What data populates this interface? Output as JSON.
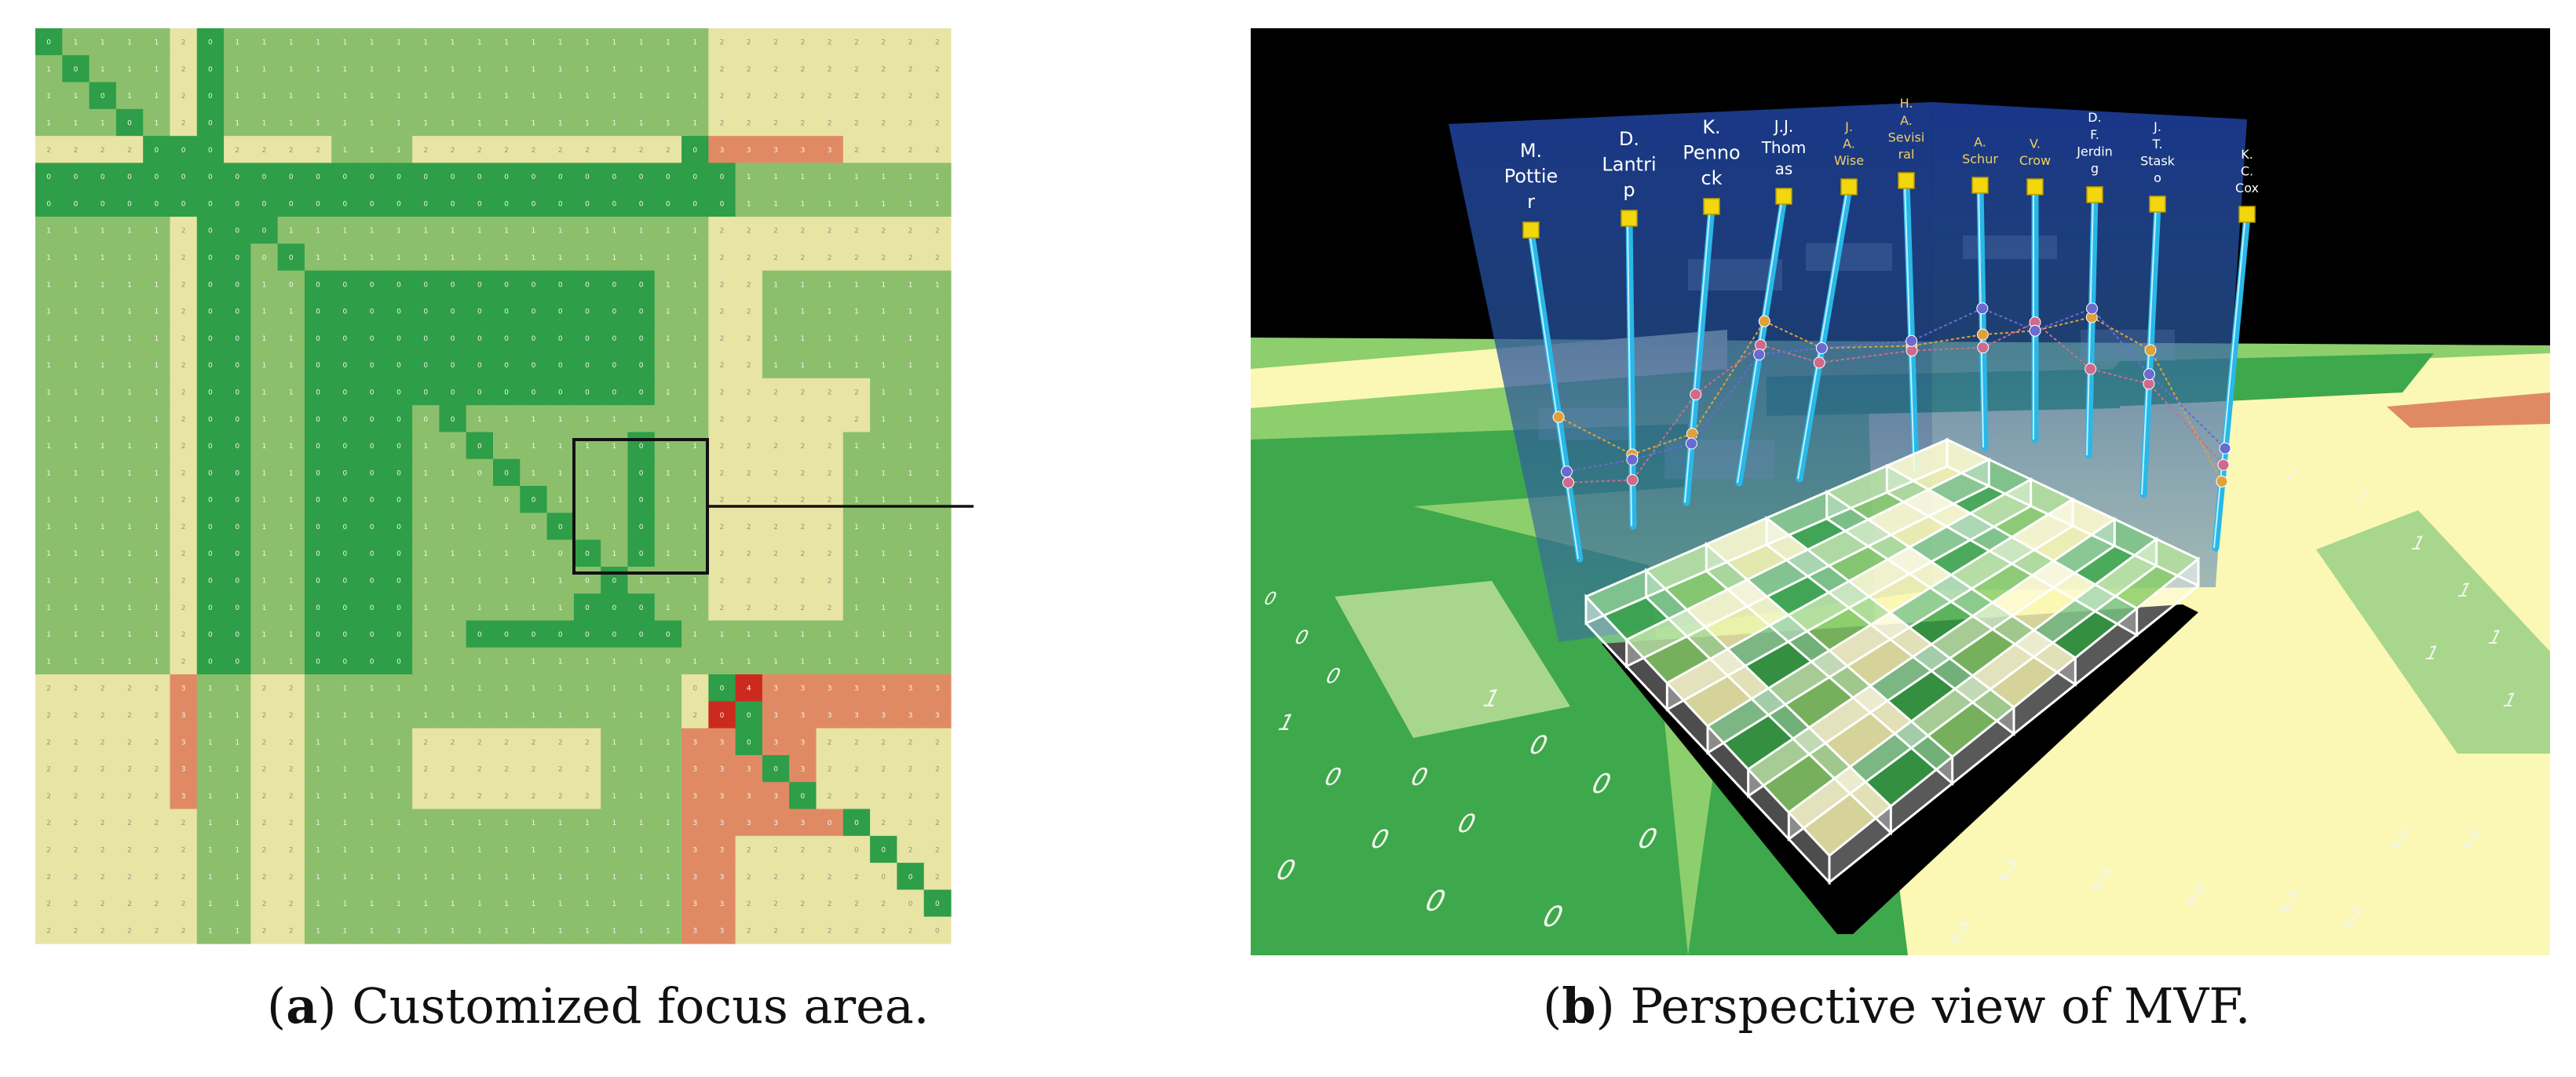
{
  "colors": {
    "dark_green": "#2e9e48",
    "mid_green": "#8cbf6c",
    "light_yellow": "#e8e4a4",
    "salmon": "#e08a64",
    "red": "#cc2a1e",
    "panel_blue": "#1e3e8c",
    "axis_cyan": "#29b8e8",
    "handle_yellow": "#f2d60e",
    "floor_yellow": "#faf8b4",
    "floor_green": "#8ccf6c",
    "floor_dark": "#3ea84c"
  },
  "matrix_a": {
    "size": 34,
    "diagonal_value": "0",
    "row_legend": "d=dark green(0), m=mid green(1), y=yellow(2), s=salmon(3), r=red(4)",
    "rows": [
      "dmmmmydmmmmmmmmmmmmmmmmmmyyyyyyyyy",
      "mdmmmydmmmmmmmmmmmmmmmmmmyyyyyyyyy",
      "mmdmmydmmmmmmmmmmmmmmmmmmyyyyyyyyy",
      "mmmdmydmmmmmmmmmmmmmmmmmmyyyyyyyyy",
      "yyyydddyyyymmmyyyyyyyyyydsssssyyyy",
      "ddddddddddddddddddddddddddmmmmmmmm",
      "ddddddddddddddddddddddddddmmmmmmmm",
      "mmmmmydddmmmmmmmmmmmmmmmmyyyyyyyyy",
      "mmmmmyddmdmmmmmmmmmmmmmmmyyyyyyyyy",
      "mmmmmyddmmdddddddddddddmmyymmmmmmm",
      "mmmmmyddmmdddddddddddddmmyymmmmmmm",
      "mmmmmyddmmdddddddddddddmmyymmmmmmm",
      "mmmmmyddmmdddddddddddddmmyymmmmmmm",
      "mmmmmyddmmdddddddddddddmmyyyyyymmm",
      "mmmmmyddmmddddmdmmmmmmmmmyyyyyymmm",
      "mmmmmyddmmddddmmdmmmmmdmmyyyyymmmm",
      "mmmmmyddmmddddmmmdmmmmdmmyyyyymmmm",
      "mmmmmyddmmddddmmmmdmmmdmmyyyyymmmm",
      "mmmmmyddmmddddmmmmmdmmdmmyyyyymmmm",
      "mmmmmyddmmddddmmmmmmdmdmmyyyyymmmm",
      "mmmmmyddmmddddmmmmmmmdmmmyyyyymmmm",
      "mmmmmyddmmddddmmmmmmdddmmyyyyymmmm",
      "mmmmmyddmmddddmmddddddddmmmmmmmmmm",
      "mmmmmyddmmddddmmmmmmmmmmmmmmmmmmmm",
      "yyyyysmmyymmmmmmmmmmmmmmydrsssssss",
      "yyyyysmmyymmmmmmmmmmmmmmyrdsssssss",
      "yyyyysmmyymmmmyyyyyyymmmssdssyyyyy",
      "yyyyysmmyymmmmyyyyyyymmmsssdsyyyyy",
      "yyyyysmmyymmmmyyyyyyymmmssssdyyyyy",
      "yyyyyymmyymmmmmmmmmmmmmmssssssdyyy",
      "yyyyyymmyymmmmmmmmmmmmmmssyyyyydyy",
      "yyyyyymmyymmmmmmmmmmmmmmssyyyyyydy",
      "yyyyyymmyymmmmmmmmmmmmmmssyyyyyyyd",
      "yyyyyymmyymmmmmmmmmmmmmmssyyyyyyyy"
    ]
  },
  "mvf": {
    "players": [
      {
        "name": "M. Pottie r"
      },
      {
        "name": "D. Lantri p"
      },
      {
        "name": "K. Penno ck"
      },
      {
        "name": "J.J. Thom as"
      },
      {
        "name": "J. A. Wise"
      },
      {
        "name": "H. A. Sevisi ral"
      },
      {
        "name": "A. Schur"
      },
      {
        "name": "V. Crow"
      },
      {
        "name": "D. F. Jerdin g"
      },
      {
        "name": "J. T. Stask o"
      },
      {
        "name": "K. C. Cox"
      }
    ],
    "axis_level_count": 5,
    "polylines": [
      {
        "color": "#e0a03a",
        "levels": [
          3.4,
          4.6,
          4.6,
          2.6,
          3.3,
          3.4,
          3.4,
          3.4,
          2.8,
          3.0,
          4.8
        ]
      },
      {
        "color": "#d06a8a",
        "levels": [
          4.6,
          5.1,
          3.8,
          3.1,
          3.6,
          3.5,
          3.7,
          3.2,
          4.0,
          3.7,
          4.5
        ]
      },
      {
        "color": "#6a6ad0",
        "levels": [
          4.4,
          4.7,
          4.8,
          3.3,
          3.3,
          3.3,
          2.8,
          3.4,
          2.6,
          3.5,
          4.2
        ]
      }
    ],
    "floor_labels": [
      "0",
      "1",
      "2"
    ],
    "floor_grid": {
      "rows": 6,
      "cols": 6
    }
  },
  "captions": {
    "a": {
      "prefix": "(",
      "letter": "a",
      "suffix": ") Customized focus area."
    },
    "b": {
      "prefix": "(",
      "letter": "b",
      "suffix": ") Perspective view of MVF."
    }
  }
}
